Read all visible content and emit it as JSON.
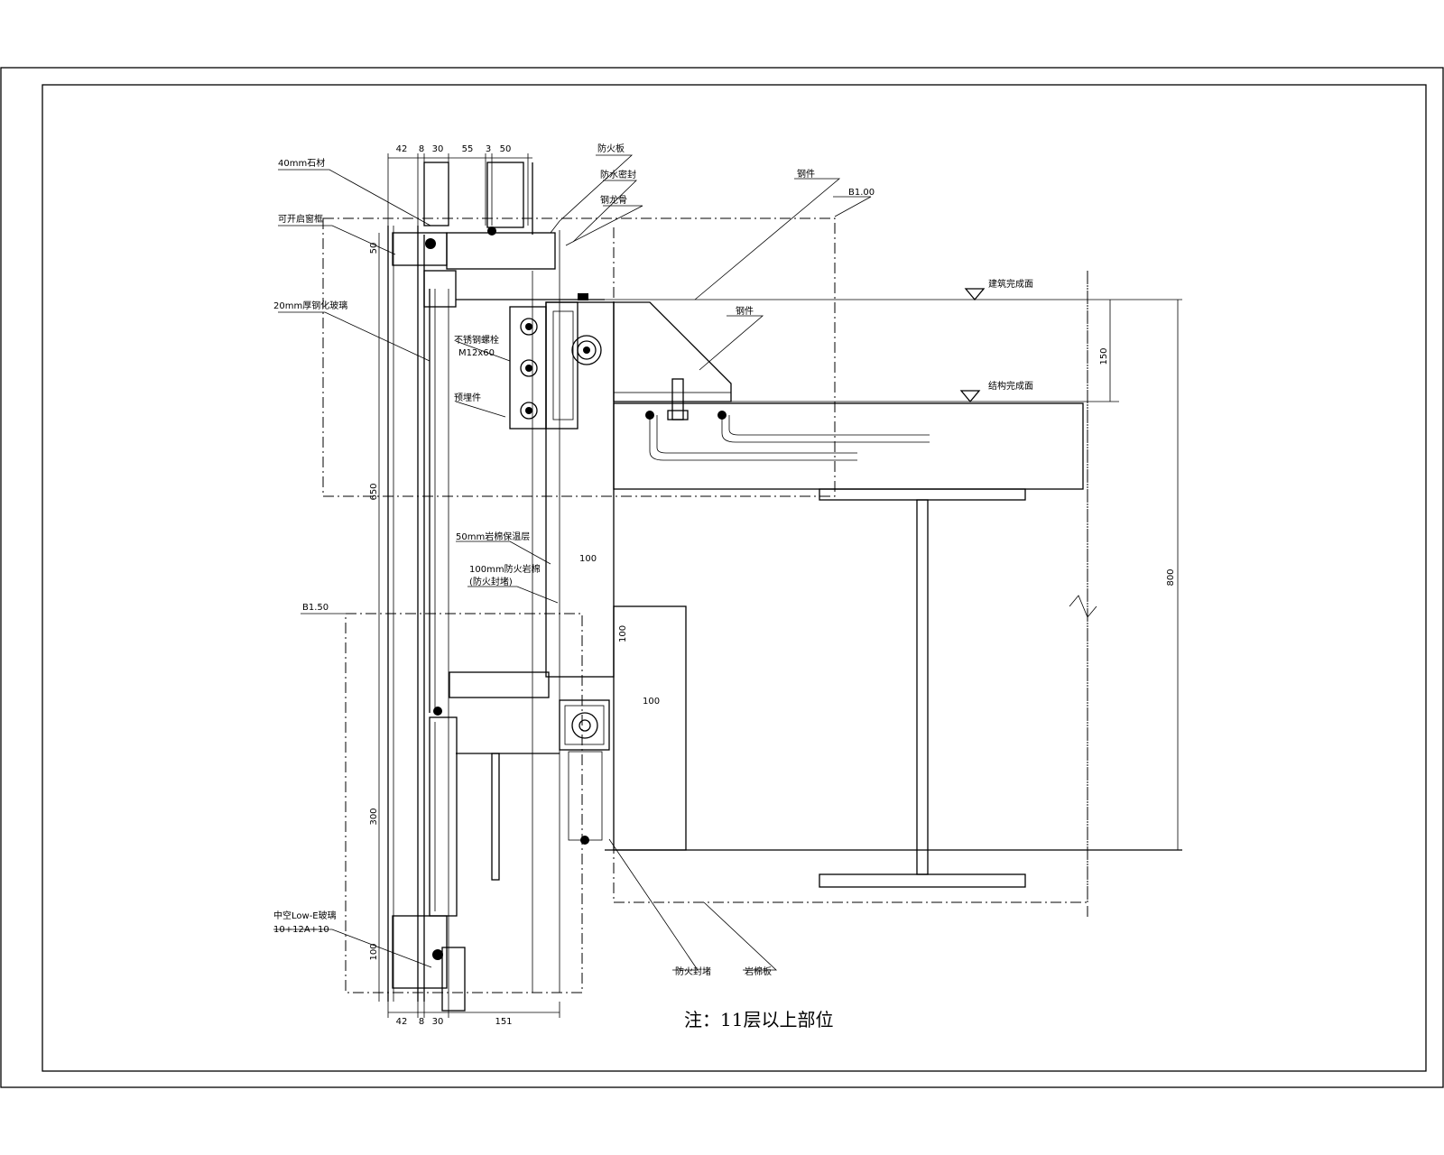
{
  "note": "注：11层以上部位",
  "labels": {
    "stone_40": "40mm石材",
    "window_frame": "可开启窗框",
    "glass_20": "20mm厚钢化玻璃",
    "bolt_1": "不锈钢螺栓",
    "bolt_2": "M12x60",
    "embed": "预埋件",
    "fire_board": "防火板",
    "seal": "防水密封",
    "joist": "钢龙骨",
    "steel_part": "钢件",
    "mark_top": "B1.00",
    "finish_floor": "建筑完成面",
    "struct_floor": "结构完成面",
    "rock_wool": "50mm岩棉保温层",
    "fire_1": "100mm防火岩棉",
    "fire_2": "(防火封堵)",
    "mark_mid": "B1.50",
    "bottom_glass_1": "中空Low-E玻璃",
    "bottom_glass_2": "10+12A+10",
    "seal_bottom": "防火封堵",
    "rock_bottom": "岩棉板"
  },
  "dims": {
    "top": [
      "42",
      "8",
      "30",
      "55",
      "3",
      "50"
    ],
    "bottom": [
      "42",
      "8",
      "30",
      "151"
    ],
    "left_50": "50",
    "left_650": "650",
    "left_300": "300",
    "left_100": "100",
    "right_150": "150",
    "right_800": "800",
    "ins_100a": "100",
    "ins_100b": "100",
    "ins_100c": "100"
  }
}
